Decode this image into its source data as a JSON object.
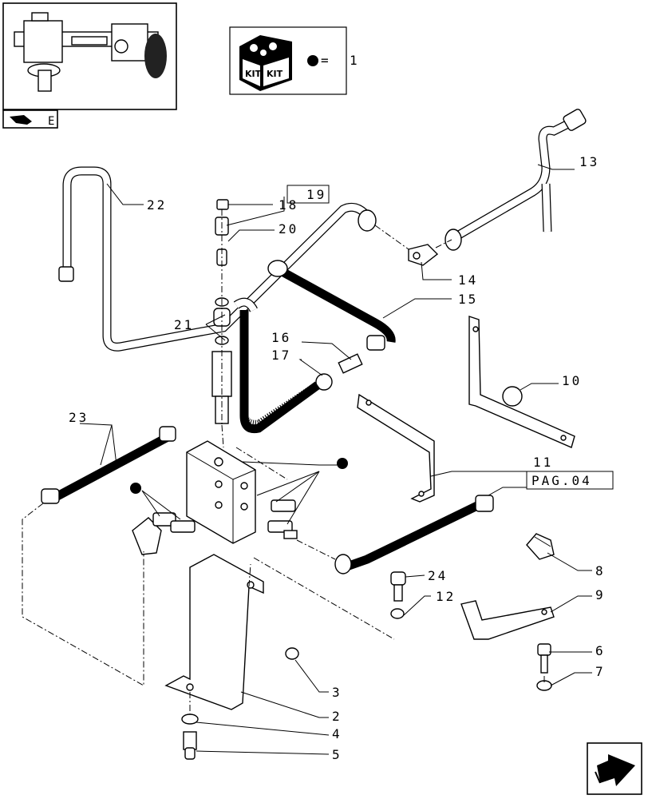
{
  "legend": {
    "kit_word_1": "KIT",
    "kit_word_2": "KIT",
    "equals": "=",
    "dot_value": "1"
  },
  "thumbnail": {
    "corner_letter": "E"
  },
  "callouts": {
    "c1": "1",
    "c2": "2",
    "c3": "3",
    "c4": "4",
    "c5": "5",
    "c6": "6",
    "c7": "7",
    "c8": "8",
    "c9": "9",
    "c10": "10",
    "c11": "11",
    "c12": "12",
    "c13": "13",
    "c14": "14",
    "c15": "15",
    "c16": "16",
    "c17": "17",
    "c18": "18",
    "c19": "19",
    "c20": "20",
    "c21": "21",
    "c22": "22",
    "c23": "23",
    "c24": "24",
    "page_ref": "PAG.04"
  },
  "colors": {
    "ink": "#000000",
    "paper": "#ffffff"
  },
  "icons": [
    "kit-icon",
    "next-page-arrow-icon",
    "previous-page-icon"
  ]
}
